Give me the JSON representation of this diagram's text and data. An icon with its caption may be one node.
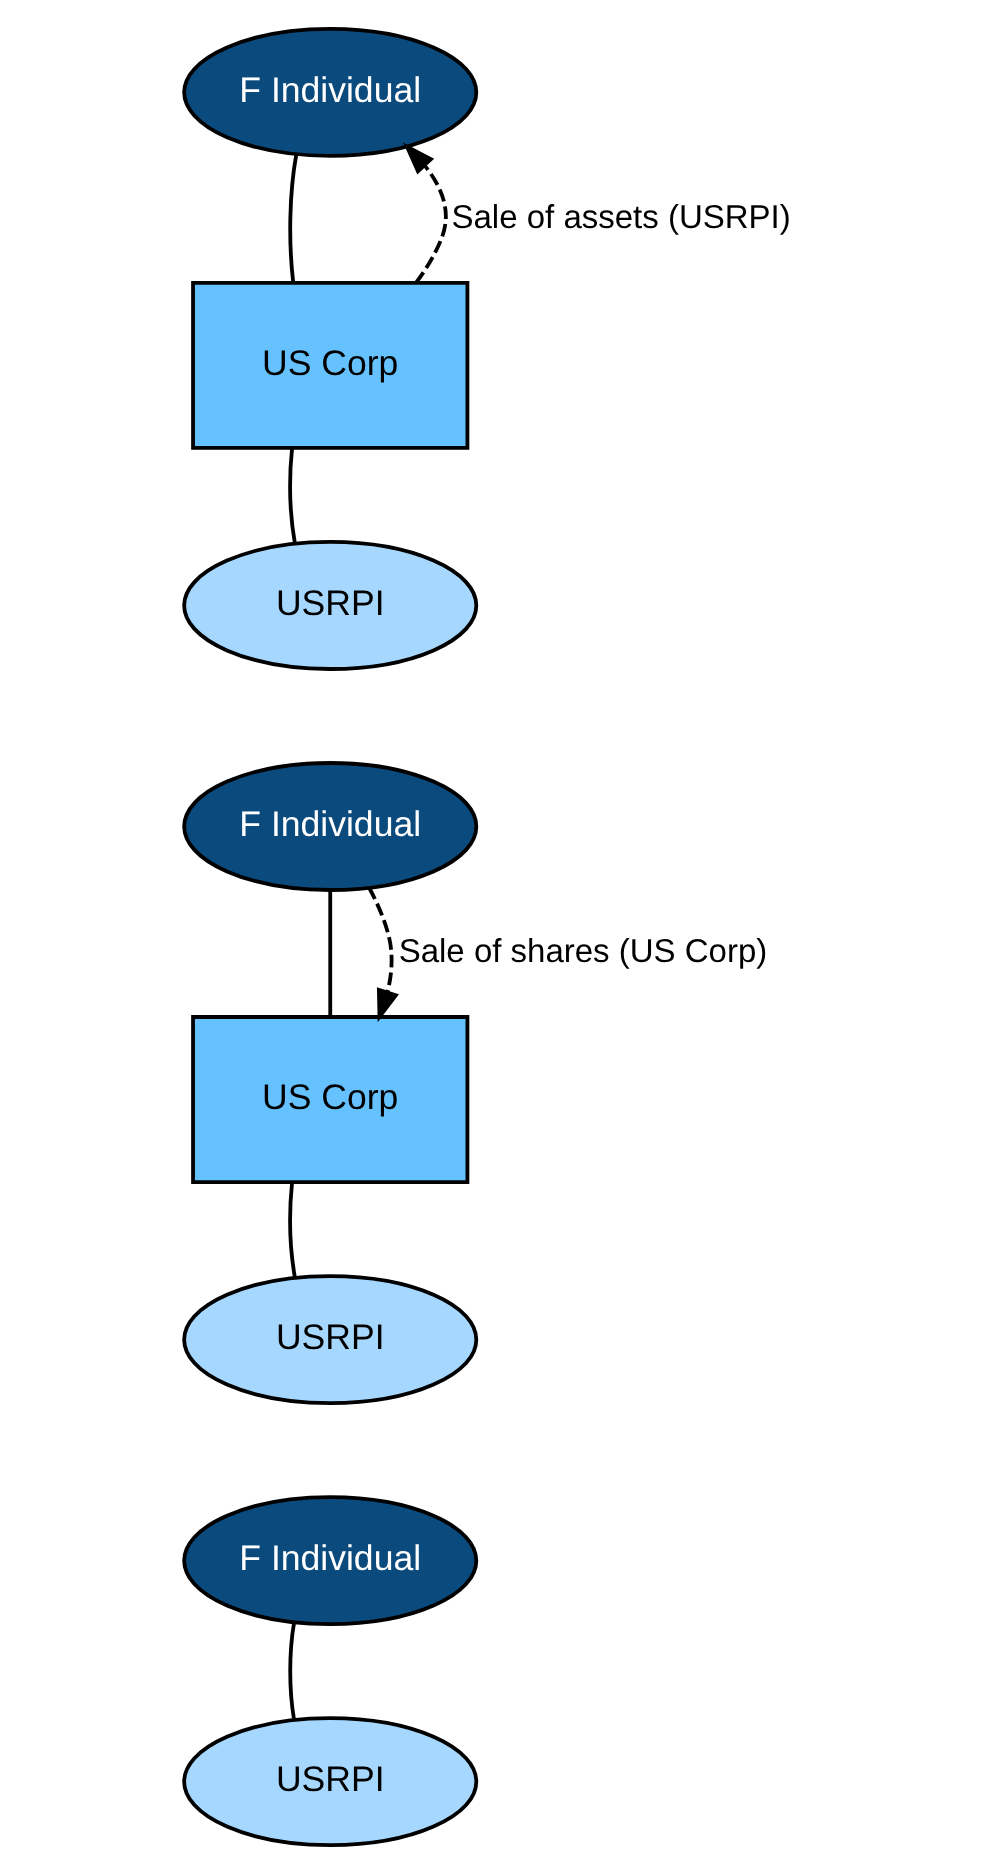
{
  "diagram": {
    "nodes": [
      {
        "text": [
          "F Individual"
        ]
      },
      {
        "text": [
          "US Corp"
        ]
      },
      {
        "text": [
          "USRPI"
        ]
      },
      {
        "text": [
          "F Individual"
        ]
      },
      {
        "text": [
          "US Corp"
        ]
      },
      {
        "text": [
          "USRPI"
        ]
      },
      {
        "text": [
          "F Individual"
        ]
      },
      {
        "text": [
          "USRPI"
        ]
      }
    ],
    "edges": [
      {
        "from": 0,
        "to": 1,
        "arrow": "none"
      },
      {
        "from": 1,
        "to": 2,
        "arrow": "none"
      },
      {
        "from": 1,
        "to": 0,
        "arrow": "to",
        "style": "dashed",
        "label": "Sale of assets (USRPI)"
      },
      {
        "from": 3,
        "to": 4,
        "arrow": "none"
      },
      {
        "from": 4,
        "to": 5,
        "arrow": "none"
      },
      {
        "from": 3,
        "to": 4,
        "arrow": "to",
        "style": "dashed",
        "label": "Sale of shares (US Corp)"
      },
      {
        "from": 6,
        "to": 7,
        "arrow": "none"
      }
    ]
  }
}
